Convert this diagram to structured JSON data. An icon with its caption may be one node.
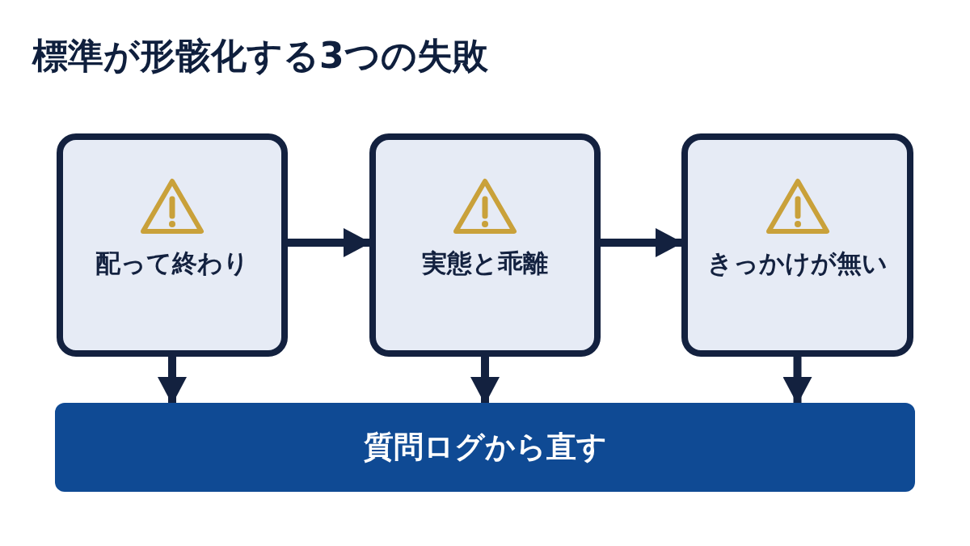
{
  "diagram": {
    "title": "標準が形骸化する3つの失敗",
    "nodes": [
      {
        "text": [
          "配って終わり"
        ]
      },
      {
        "text": [
          "実態と乖離"
        ]
      },
      {
        "text": [
          "きっかけが無い"
        ]
      },
      {
        "text": [
          "質問ログから直す"
        ]
      }
    ],
    "edges": [
      {
        "from": 0,
        "to": 1,
        "arrow": "to"
      },
      {
        "from": 1,
        "to": 2,
        "arrow": "to"
      },
      {
        "from": 0,
        "to": 3,
        "arrow": "to"
      },
      {
        "from": 1,
        "to": 3,
        "arrow": "to"
      },
      {
        "from": 2,
        "to": 3,
        "arrow": "to"
      }
    ]
  }
}
